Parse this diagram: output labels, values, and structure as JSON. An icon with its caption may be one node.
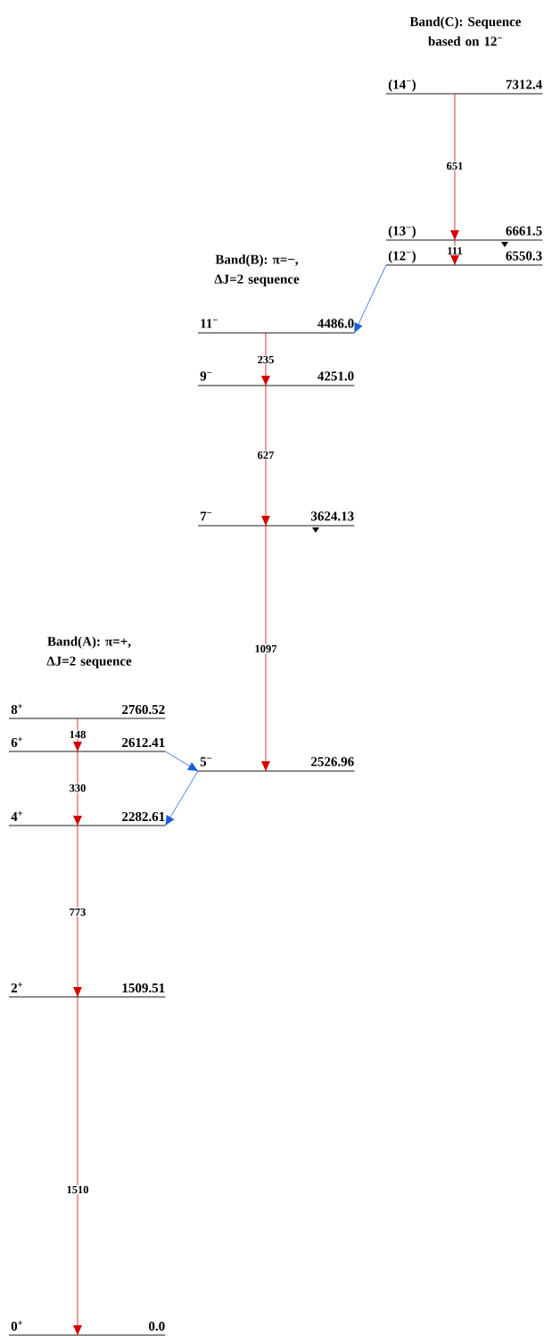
{
  "diagram": {
    "nodes": [
      {
        "text": [
          "(14$^{−}$)",
          "7312.4"
        ]
      },
      {
        "text": [
          "(13$^{−}$)",
          "6661.5"
        ]
      },
      {
        "text": [
          "(12$^{−}$)",
          "6550.3"
        ]
      },
      {
        "text": [
          "11$^{−}$",
          "4486.0"
        ]
      },
      {
        "text": [
          "9$^{−}$",
          "4251.0"
        ]
      },
      {
        "text": [
          "7$^{−}$",
          "3624.13"
        ]
      },
      {
        "text": [
          "8$^{+}$",
          "2760.52"
        ]
      },
      {
        "text": [
          "6$^{+}$",
          "2612.41"
        ]
      },
      {
        "text": [
          "5$^{−}$",
          "2526.96"
        ]
      },
      {
        "text": [
          "4$^{+}$",
          "2282.61"
        ]
      },
      {
        "text": [
          "2$^{+}$",
          "1509.51"
        ]
      },
      {
        "text": [
          "0$^{+}$",
          "0.0"
        ]
      }
    ],
    "edges": [
      {
        "from": 0,
        "to": 1,
        "arrow": "to",
        "label": "651"
      },
      {
        "from": 1,
        "to": 2,
        "arrow": "to",
        "label": "111"
      },
      {
        "from": 2,
        "to": 3,
        "arrow": "to",
        "color": "#1a5fd8"
      },
      {
        "from": 3,
        "to": 4,
        "arrow": "to",
        "label": "235"
      },
      {
        "from": 4,
        "to": 5,
        "arrow": "to",
        "label": "627"
      },
      {
        "from": 5,
        "to": 8,
        "arrow": "to",
        "label": "1097"
      },
      {
        "from": 6,
        "to": 7,
        "arrow": "to",
        "label": "148"
      },
      {
        "from": 7,
        "to": 9,
        "arrow": "to",
        "label": "330"
      },
      {
        "from": 7,
        "to": 8,
        "arrow": "to",
        "color": "#1a5fd8"
      },
      {
        "from": 8,
        "to": 9,
        "arrow": "to",
        "color": "#1a5fd8"
      },
      {
        "from": 9,
        "to": 10,
        "arrow": "to",
        "label": "773"
      },
      {
        "from": 10,
        "to": 11,
        "arrow": "to",
        "label": "1510"
      }
    ],
    "labels": [
      "Band(C): Sequence based on 12$^{−}$",
      "Band(B): π=−, ΔJ=2 sequence",
      "Band(A): π=+, ΔJ=2 sequence"
    ]
  }
}
